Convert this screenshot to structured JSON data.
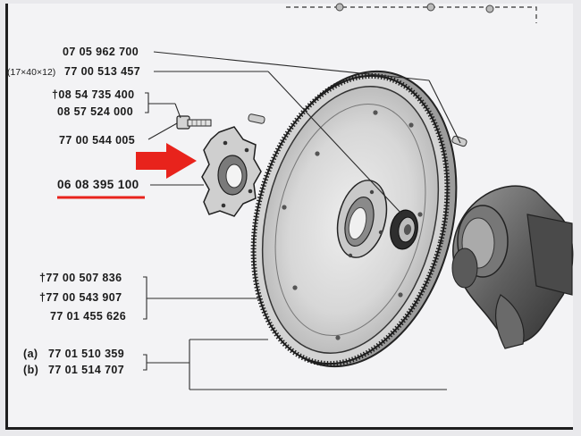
{
  "labels": {
    "p1": "07 05 962 700",
    "p2_prefix": "(17×40×12)",
    "p2": "77 00 513 457",
    "p3a": "†08 54 735 400",
    "p3b": "08 57 524 000",
    "p4": "77 00 544 005",
    "p5": "06 08 395 100",
    "p6a": "†77 00 507 836",
    "p6b": "†77 00 543 907",
    "p6c": "77 01 455 626",
    "p7a_prefix": "(a)",
    "p7a": "77 01 510 359",
    "p7b_prefix": "(b)",
    "p7b": "77 01 514 707"
  },
  "colors": {
    "highlight_red": "#e8231c",
    "ink": "#1b1b1b",
    "paper": "#f3f3f5"
  },
  "icons": {
    "arrow": "red-arrow-icon",
    "flywheel": "flywheel-icon",
    "crankshaft": "crankshaft-icon",
    "plate": "reinforcement-plate-icon",
    "bolt": "bolt-icon",
    "dowel": "dowel-pin-icon",
    "bearing": "pilot-bearing-icon"
  }
}
